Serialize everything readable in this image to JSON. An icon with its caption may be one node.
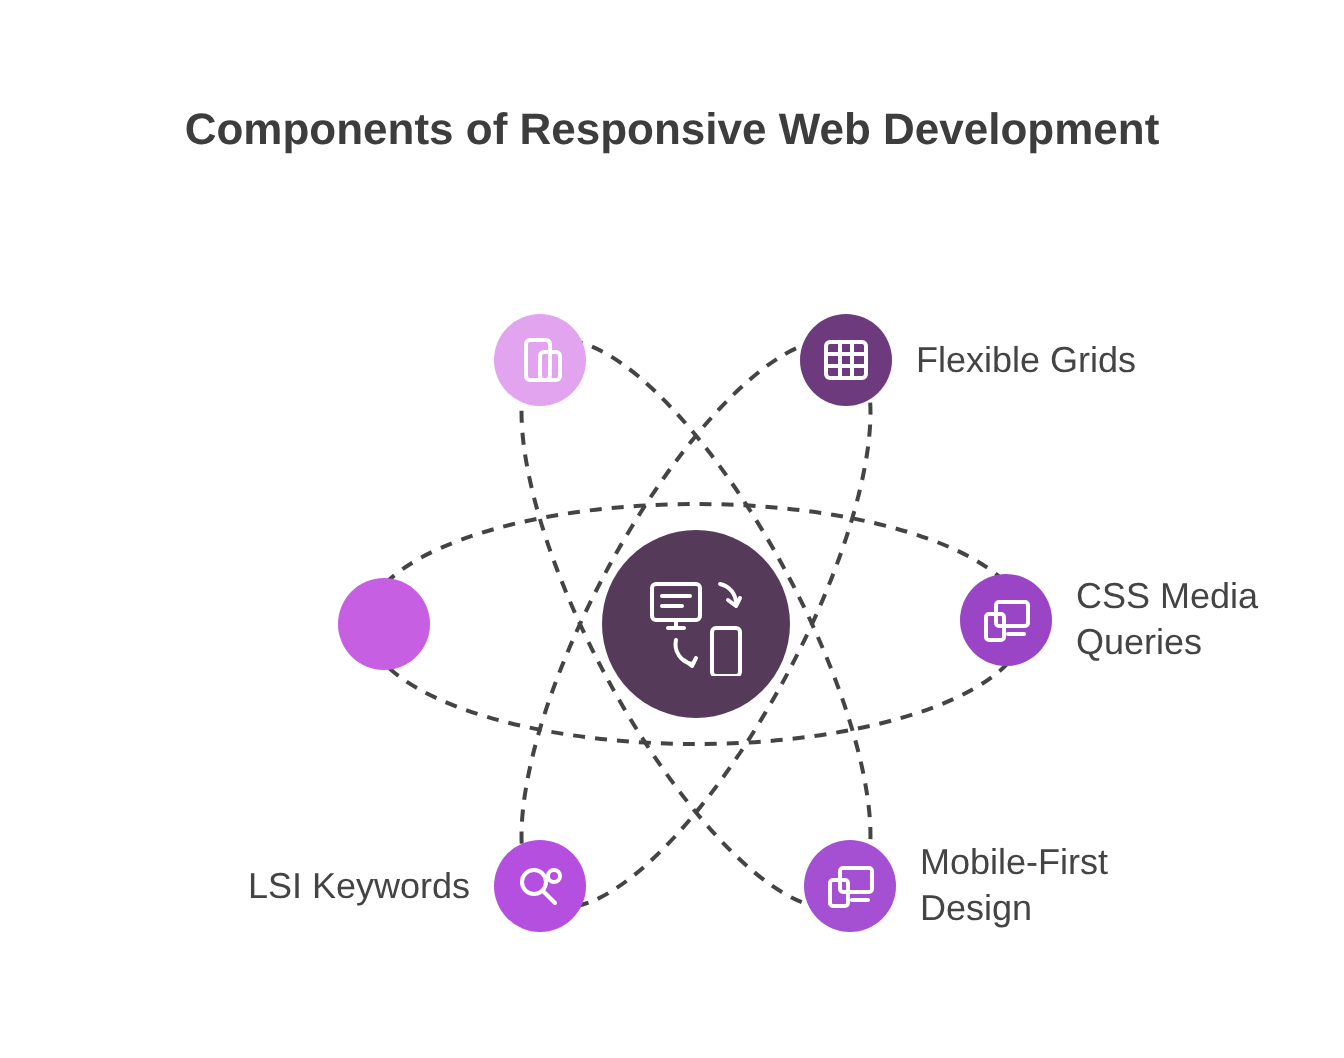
{
  "diagram": {
    "title": "Components of Responsive Web Development",
    "nodes": [
      {
        "text": [],
        "shape": "circle"
      },
      {
        "text": [],
        "shape": "circle"
      },
      {
        "text": [
          "Flexible Grids"
        ]
      },
      {
        "text": [],
        "shape": "circle"
      },
      {
        "text": [
          "CSS Media Queries"
        ]
      },
      {
        "text": [
          "LSI Keywords"
        ]
      },
      {
        "text": [
          "Mobile-First Design"
        ]
      }
    ]
  }
}
